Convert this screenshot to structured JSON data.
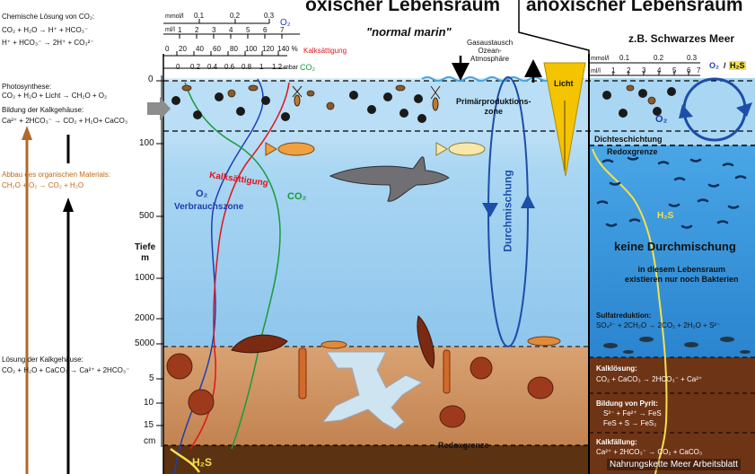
{
  "titles": {
    "oxic": "oxischer  Lebensraum",
    "anoxic": "anoxischer  Lebensraum",
    "normal": "\"normal marin\"",
    "example": "z.B.  Schwarzes Meer"
  },
  "left_panel": {
    "co2_title": "Chemische Lösung von CO₂:",
    "co2_eq1": "CO₂ + H₂O → H⁺ + HCO₃⁻",
    "co2_eq2": "H⁺ + HCO₃⁻ → 2H⁺ + CO₃²⁻",
    "photo_title": "Photosynthese:",
    "photo_eq": "CO₂ + H₂O + Licht → CH₂O + O₂",
    "shell_title": "Bildung der Kalkgehäuse:",
    "shell_eq": "Ca²⁺ + 2HCO₃⁻ → CO₂ + H₂O+ CaCO₃",
    "decay_title": "Abbau des organischen Materials:",
    "decay_eq": "CH₂O + O₂ → CO₂ + H₂O",
    "dissolve_title": "Lösung der Kalkgehäuse:",
    "dissolve_eq": "CO₂ + H₂O + CaCO₃ → Ca²⁺ + 2HCO₃⁻"
  },
  "scales": {
    "o2_unit": "mmol/l",
    "o2_ticks": [
      "0.1",
      "0.2",
      "0.3"
    ],
    "o2_label": "O₂",
    "ml_unit": "ml/l",
    "ml_ticks": [
      "1",
      "2",
      "3",
      "4",
      "5",
      "6",
      "7"
    ],
    "kalk_ticks": [
      "0",
      "20",
      "40",
      "60",
      "80",
      "100",
      "120",
      "140 %"
    ],
    "kalk_label": "Kalksättigung",
    "co2_ticks": [
      "0",
      "0.2",
      "0.4",
      "0.6",
      "0.8",
      "1",
      "1.2"
    ],
    "co2_unit": "mbar",
    "co2_label": "CO₂",
    "right_mmol": "mmol/l",
    "right_ml": "ml/l",
    "right_ticks_top": [
      "0.1",
      "0.2",
      "0.3"
    ],
    "right_ticks": [
      "1",
      "2",
      "3",
      "4",
      "5",
      "6",
      "7"
    ],
    "right_label_o2": "O₂",
    "right_label_sep": "/",
    "right_label_h2s": "H₂S"
  },
  "depth_axis": {
    "label": "Tiefe\nm",
    "ticks": [
      "0",
      "100",
      "500",
      "1000",
      "2000",
      "5000"
    ],
    "sed_ticks": [
      "5",
      "10",
      "15"
    ],
    "sed_unit": "cm"
  },
  "ocean": {
    "gas": "Gasaustausch\nOzean-\nAtmosphäre",
    "light": "Licht",
    "primary": "Primärproduktions-\nzone",
    "mixing": "Durchmischung",
    "kalk_curve": "Kalksättigung",
    "co2_curve": "CO₂",
    "o2_curve": "O₂",
    "consumption": "Verbrauchszone",
    "redox_bottom": "Redoxgrenze",
    "h2s_bottom": "H₂S"
  },
  "anoxic_panel": {
    "o2_label": "O₂",
    "stratification": "Dichteschichtung",
    "redox": "Redoxgrenze",
    "h2s": "H₂S",
    "no_mixing": "keine Durchmischung",
    "bacteria": "in diesem Lebensraum\nexistieren nur noch Bakterien",
    "sulfate_title": "Sulfatreduktion:",
    "sulfate_eq": "SO₄²⁻ + 2CH₂O → 2CO₂ + 2H₂O + S²⁻",
    "kalk_title": "Kalklösung:",
    "kalk_eq": "CO₂ + CaCO₃ → 2HCO₃⁻ + Ca²⁺",
    "pyrite_title": "Bildung von Pyrit:",
    "pyrite_eq1": "S²⁻ + Fe²⁺ → FeS",
    "pyrite_eq2": "FeS + S → FeS₂",
    "precip_title": "Kalkfällung:",
    "precip_eq": "Ca²⁺ + 2HCO₃⁻ → CO₂ + CaCO₃"
  },
  "watermark": "Nahrungskette Meer Arbeitsblatt",
  "colors": {
    "water_light": "#cfe6f7",
    "water_deep": "#8ec9ef",
    "anoxic_water": "#2b8fd8",
    "sediment": "#c98a55",
    "anoxic_sediment": "#7a3f1f",
    "o2_curve": "#1c3fb0",
    "kalk_curve": "#e0151b",
    "co2_curve": "#1a9a3c",
    "h2s_curve": "#f4e04a"
  }
}
